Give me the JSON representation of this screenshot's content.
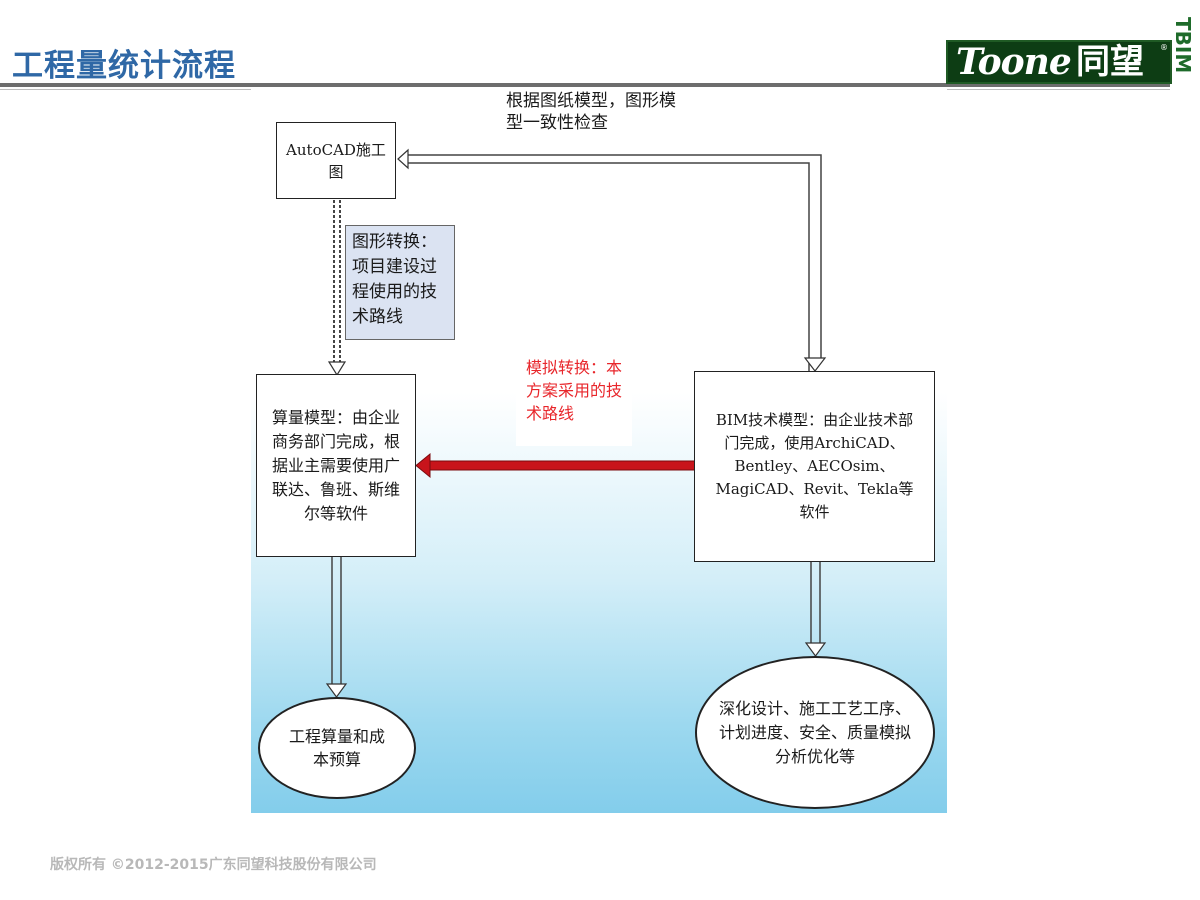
{
  "header": {
    "title": "工程量统计流程",
    "logo_text": "Toone",
    "logo_cn": "同望",
    "logo_reg": "®",
    "logo_side": "TBIM"
  },
  "diagram": {
    "autocad_box": "AutoCAD施工图",
    "top_note": "根据图纸模型，图形模型一致性检查",
    "graphic_note": "图形转换：项目建设过程使用的技术路线",
    "sim_note": "模拟转换：本方案采用的技术路线",
    "quantity_model": "算量模型：由企业商务部门完成，根据业主需要使用广联达、鲁班、斯维尔等软件",
    "bim_model": "BIM技术模型：由企业技术部门完成，使用ArchiCAD、Bentley、AECOsim、MagiCAD、Revit、Tekla等软件",
    "cost_ellipse": "工程算量和成本预算",
    "design_ellipse": "深化设计、施工工艺工序、计划进度、安全、质量模拟分析优化等",
    "colors": {
      "sim_note": "#e8262b",
      "red_arrow": "#c8141b",
      "title": "#2f68a6"
    }
  },
  "footer": {
    "copyright": "版权所有 ©2012-2015广东同望科技股份有限公司"
  }
}
